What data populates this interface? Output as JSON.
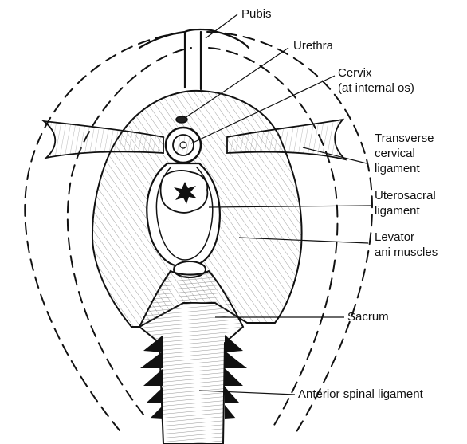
{
  "labels": {
    "pubis": "Pubis",
    "urethra": "Urethra",
    "cervix_line1": "Cervix",
    "cervix_line2": "(at internal os)",
    "transverse_line1": "Transverse",
    "transverse_line2": "cervical",
    "transverse_line3": "ligament",
    "uterosacral_line1": "Uterosacral",
    "uterosacral_line2": "ligament",
    "levator_line1": "Levator",
    "levator_line2": "ani muscles",
    "sacrum": "Sacrum",
    "anterior_spinal": "Anterior spinal ligament"
  }
}
